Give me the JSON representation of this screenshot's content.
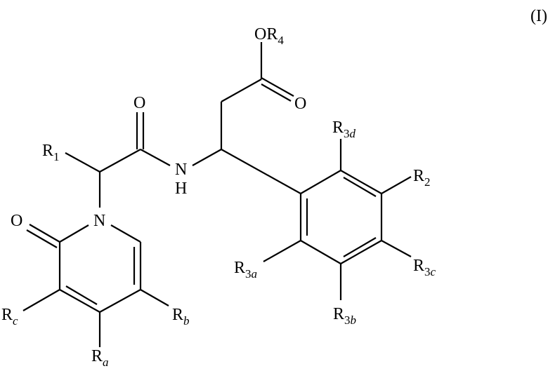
{
  "figure": {
    "formula_label": "(I)",
    "type": "chemical-structure"
  },
  "atoms": {
    "ester_oxygen": {
      "main": "OR",
      "sub": "4"
    },
    "ester_carbonyl_o": "O",
    "amide_carbonyl_o": "O",
    "amide_n": "N",
    "amide_h": "H",
    "r1": {
      "main": "R",
      "sub": "1"
    },
    "pyridone_n": "N",
    "pyridone_o": "O",
    "rc": {
      "main": "R",
      "sub": "c"
    },
    "ra": {
      "main": "R",
      "sub": "a"
    },
    "rb": {
      "main": "R",
      "sub": "b"
    },
    "r3d": {
      "main": "R",
      "sub_num": "3",
      "sub_it": "d"
    },
    "r2": {
      "main": "R",
      "sub": "2"
    },
    "r3a": {
      "main": "R",
      "sub_num": "3",
      "sub_it": "a"
    },
    "r3b": {
      "main": "R",
      "sub_num": "3",
      "sub_it": "b"
    },
    "r3c": {
      "main": "R",
      "sub_num": "3",
      "sub_it": "c"
    }
  }
}
